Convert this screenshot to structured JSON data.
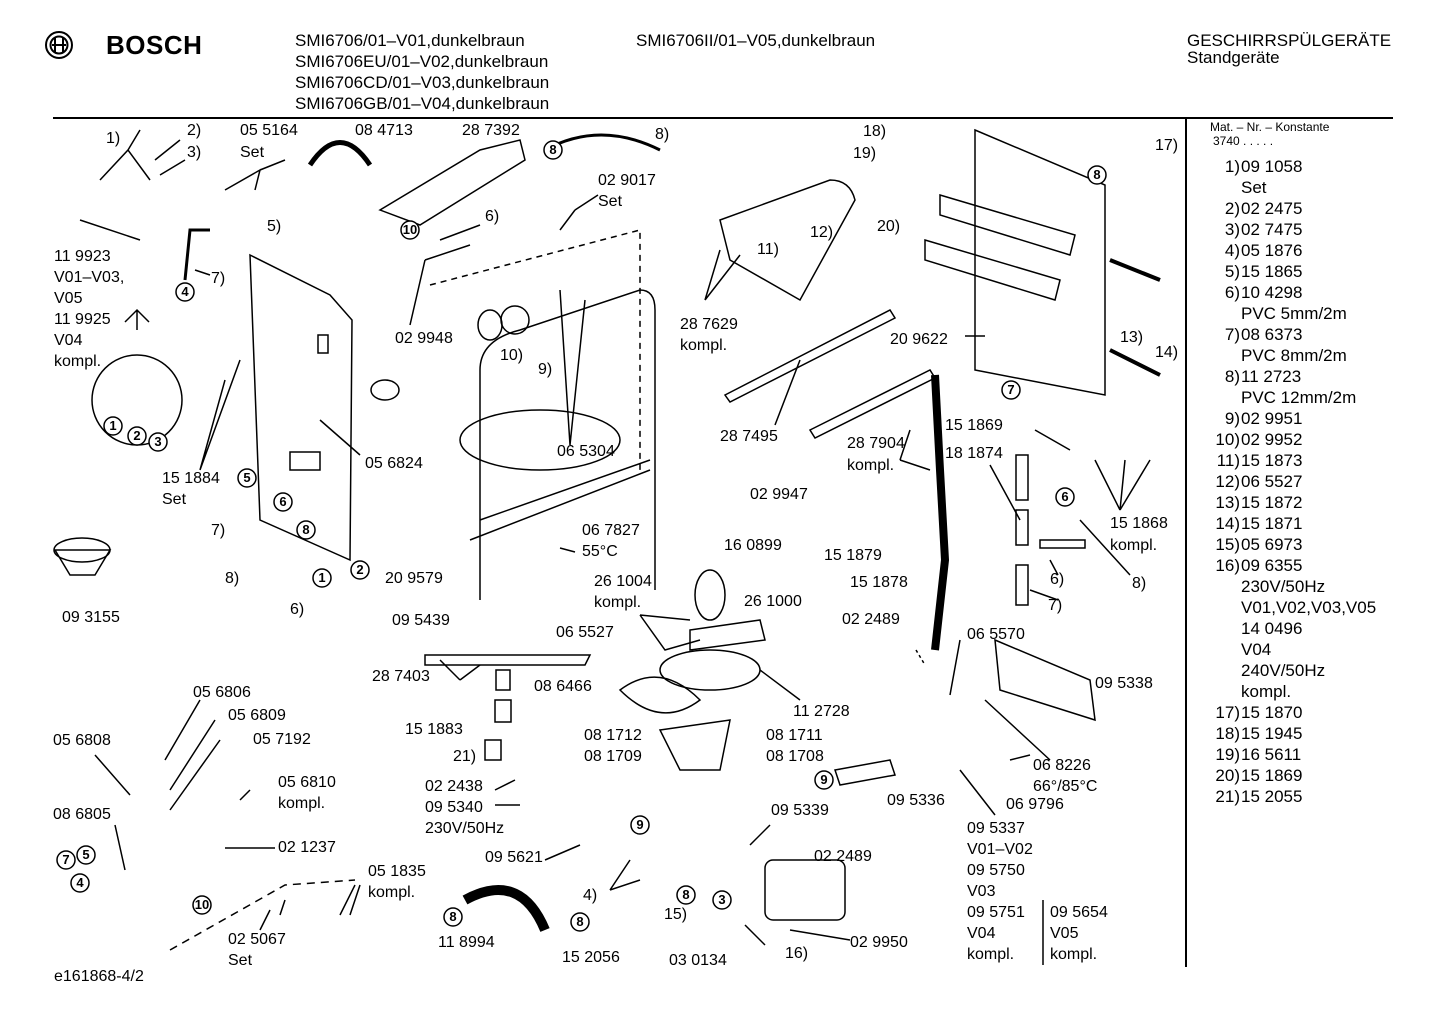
{
  "header": {
    "brand": "BOSCH",
    "models_left": [
      "SMI6706/01–V01,dunkelbraun",
      "SMI6706EU/01–V02,dunkelbraun",
      "SMI6706CD/01–V03,dunkelbraun",
      "SMI6706GB/01–V04,dunkelbraun"
    ],
    "model_right": "SMI6706II/01–V05,dunkelbraun",
    "category": "GESCHIRRSPÜLGERÄTE",
    "subcategory": "Standgeräte"
  },
  "sidebar": {
    "const_title": "Mat. – Nr. – Konstante",
    "const_value": "3740  .  .  .  .  .",
    "parts": [
      {
        "num": "1)",
        "code": "09 1058"
      },
      {
        "num": "",
        "code": "Set"
      },
      {
        "num": "2)",
        "code": "02 2475"
      },
      {
        "num": "3)",
        "code": "02 7475"
      },
      {
        "num": "4)",
        "code": "05 1876"
      },
      {
        "num": "5)",
        "code": "15 1865"
      },
      {
        "num": "6)",
        "code": "10 4298"
      },
      {
        "num": "",
        "code": "PVC 5mm/2m"
      },
      {
        "num": "7)",
        "code": "08 6373"
      },
      {
        "num": "",
        "code": "PVC 8mm/2m"
      },
      {
        "num": "8)",
        "code": "11 2723"
      },
      {
        "num": "",
        "code": "PVC 12mm/2m"
      },
      {
        "num": "9)",
        "code": "02 9951"
      },
      {
        "num": "10)",
        "code": "02 9952"
      },
      {
        "num": "11)",
        "code": "15 1873"
      },
      {
        "num": "12)",
        "code": "06 5527"
      },
      {
        "num": "13)",
        "code": "15 1872"
      },
      {
        "num": "14)",
        "code": "15 1871"
      },
      {
        "num": "15)",
        "code": "05 6973"
      },
      {
        "num": "16)",
        "code": "09 6355"
      },
      {
        "num": "",
        "code": "230V/50Hz"
      },
      {
        "num": "",
        "code": "V01,V02,V03,V05"
      },
      {
        "num": "",
        "code": "14 0496"
      },
      {
        "num": "",
        "code": "V04"
      },
      {
        "num": "",
        "code": "240V/50Hz"
      },
      {
        "num": "",
        "code": "kompl."
      },
      {
        "num": "17)",
        "code": "15 1870"
      },
      {
        "num": "18)",
        "code": "15 1945"
      },
      {
        "num": "19)",
        "code": "16 5611"
      },
      {
        "num": "20)",
        "code": "15 1869"
      },
      {
        "num": "21)",
        "code": "15 2055"
      }
    ]
  },
  "labels": {
    "l1": "1)",
    "l2": "2)",
    "l3": "3)",
    "p055164": "05 5164",
    "set1": "Set",
    "p084713": "08 4713",
    "p287392": "28 7392",
    "l8a": "8)",
    "p029017": "02 9017",
    "set2": "Set",
    "l5": "5)",
    "l6a": "6)",
    "l7a": "7)",
    "p119923": "11 9923",
    "v0103": "V01–V03,",
    "v05a": "V05",
    "p119925": "11 9925",
    "v04a": "V04",
    "kompl1": "kompl.",
    "p029948": "02 9948",
    "p056824": "05 6824",
    "l10a": "10)",
    "l9a": "9)",
    "p065304": "06 5304",
    "p151884": "15 1884",
    "set3": "Set",
    "l7b": "7)",
    "l8b": "8)",
    "l6b": "6)",
    "p209579": "20 9579",
    "p093155": "09 3155",
    "p095439": "09 5439",
    "p067827": "06 7827",
    "t55": "55°C",
    "l18": "18)",
    "l19": "19)",
    "l20": "20)",
    "l11": "11)",
    "l12": "12)",
    "p287629": "28 7629",
    "kompl2": "kompl.",
    "p287495": "28 7495",
    "p029947": "02 9947",
    "p287904": "28 7904",
    "kompl3": "kompl.",
    "p209622": "20 9622",
    "l13": "13)",
    "l14": "14)",
    "l17": "17)",
    "p151869": "15 1869",
    "p181874": "18 1874",
    "p151868": "15 1868",
    "kompl4": "kompl.",
    "p151879": "15 1879",
    "p151878": "15 1878",
    "l6c": "6)",
    "l8c": "8)",
    "l7c": "7)",
    "p160899": "16 0899",
    "p261004": "26 1004",
    "kompl5": "kompl.",
    "p261000": "26 1000",
    "p065527": "06 5527",
    "p287403": "28 7403",
    "p086466": "08 6466",
    "p151883": "15 1883",
    "l21": "21)",
    "p112728": "11 2728",
    "p081712": "08 1712",
    "p081711": "08 1711",
    "p081709": "08 1709",
    "p081708": "08 1708",
    "p022489a": "02 2489",
    "p065570": "06 5570",
    "p095338": "09 5338",
    "p022438": "02 2438",
    "p095340": "09 5340",
    "v230": "230V/50Hz",
    "p056806": "05 6806",
    "p056809": "05 6809",
    "p056808": "05 6808",
    "p057192": "05 7192",
    "p056810": "05 6810",
    "kompl6": "kompl.",
    "p086805": "08 6805",
    "p021237": "02 1237",
    "p051835": "05 1835",
    "kompl7": "kompl.",
    "p025067": "02 5067",
    "set4": "Set",
    "p118994": "11 8994",
    "p152056": "15 2056",
    "p095621": "09 5621",
    "l4": "4)",
    "p095339": "09 5339",
    "p022489b": "02 2489",
    "p095336": "09 5336",
    "p068226": "06 8226",
    "t6685": "66°/85°C",
    "p069796": "06 9796",
    "l15": "15)",
    "l16": "16)",
    "p029950": "02 9950",
    "p030134": "03 0134",
    "p095337": "09 5337",
    "v0102": "V01–V02",
    "p095750": "09 5750",
    "v03": "V03",
    "p095751": "09 5751",
    "p095654": "09 5654",
    "v04b": "V04",
    "v05b": "V05",
    "kompl8": "kompl.",
    "kompl9": "kompl.",
    "c1": "1",
    "c2": "2",
    "c3": "3",
    "c4": "4",
    "c5": "5",
    "c6": "6",
    "c7": "7",
    "c8": "8",
    "c9": "9",
    "c10": "10"
  },
  "footer": {
    "doc_id": "e161868-4/2"
  }
}
